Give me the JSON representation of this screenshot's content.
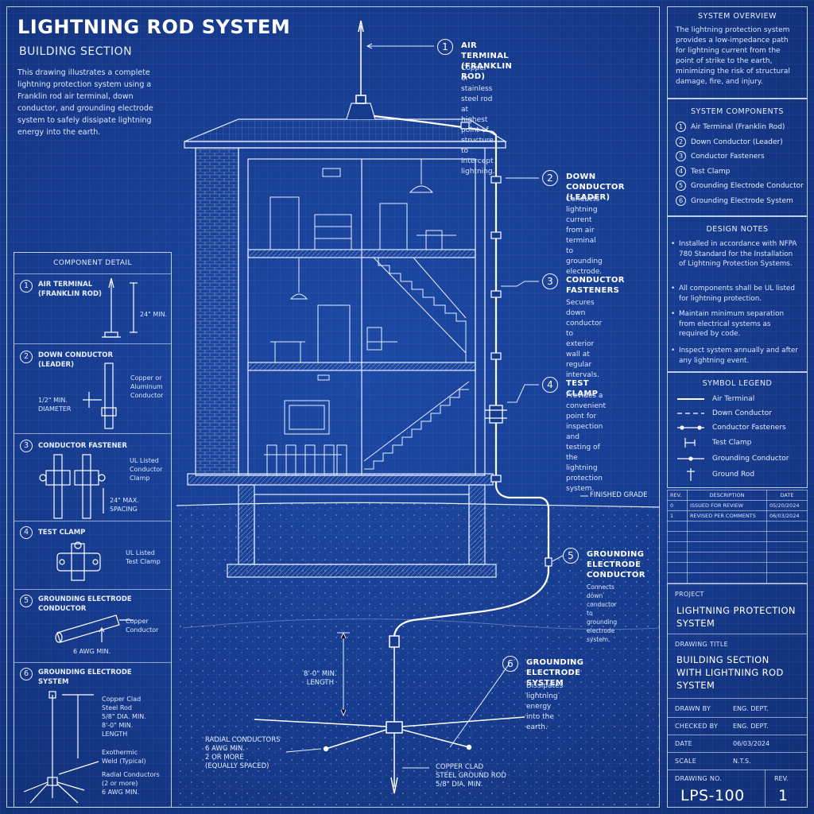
{
  "header": {
    "title": "LIGHTNING ROD SYSTEM",
    "subtitle": "BUILDING SECTION",
    "intro": "This drawing illustrates a complete lightning protection system using a Franklin rod air terminal, down conductor, and grounding electrode system to safely dissipate lightning energy into the earth."
  },
  "callouts": [
    {
      "num": "1",
      "title": "AIR TERMINAL\n(FRANKLIN ROD)",
      "desc": "Copper or stainless steel rod\nat highest point of structure\nto intercept lightning."
    },
    {
      "num": "2",
      "title": "DOWN CONDUCTOR\n(LEADER)",
      "desc": "Conducts lightning current\nfrom air terminal to\ngrounding electrode."
    },
    {
      "num": "3",
      "title": "CONDUCTOR\nFASTENERS",
      "desc": "Secures down conductor\nto exterior wall at\nregular intervals."
    },
    {
      "num": "4",
      "title": "TEST CLAMP",
      "desc": "Provides a convenient\npoint for inspection\nand testing of the\nlightning protection\nsystem."
    },
    {
      "num": "5",
      "title": "GROUNDING\nELECTRODE\nCONDUCTOR",
      "desc": "Connects down conductor\nto grounding electrode\nsystem."
    },
    {
      "num": "6",
      "title": "GROUNDING ELECTRODE\nSYSTEM",
      "desc": "Dissipates lightning energy\ninto the earth."
    }
  ],
  "drawing_labels": {
    "finished_grade": "FINISHED GRADE",
    "rod_length": "8'-0\" MIN.\nLENGTH",
    "radial": "RADIAL CONDUCTORS\n6 AWG MIN.\n2 OR MORE\n(EQUALLY SPACED)",
    "ground_rod": "COPPER CLAD\nSTEEL GROUND ROD\n5/8\" DIA. MIN."
  },
  "component_detail": {
    "heading": "COMPONENT DETAIL",
    "items": [
      {
        "num": "1",
        "title": "AIR TERMINAL\n(FRANKLIN ROD)",
        "notes": [
          "24\" MIN."
        ]
      },
      {
        "num": "2",
        "title": "DOWN CONDUCTOR\n(LEADER)",
        "notes": [
          "Copper or\nAluminum\nConductor",
          "1/2\" MIN.\nDIAMETER"
        ]
      },
      {
        "num": "3",
        "title": "CONDUCTOR FASTENER",
        "notes": [
          "UL Listed\nConductor\nClamp",
          "24\" MAX.\nSPACING"
        ]
      },
      {
        "num": "4",
        "title": "TEST CLAMP",
        "notes": [
          "UL Listed\nTest Clamp"
        ]
      },
      {
        "num": "5",
        "title": "GROUNDING ELECTRODE\nCONDUCTOR",
        "notes": [
          "Copper\nConductor",
          "6 AWG MIN."
        ]
      },
      {
        "num": "6",
        "title": "GROUNDING ELECTRODE\nSYSTEM",
        "notes": [
          "Copper Clad\nSteel Rod\n5/8\" DIA. MIN.\n8'-0\" MIN.\nLENGTH",
          "Exothermic\nWeld (Typical)",
          "Radial Conductors\n(2 or more)\n6 AWG MIN."
        ]
      }
    ]
  },
  "system_overview": {
    "heading": "SYSTEM OVERVIEW",
    "text": "The lightning protection system provides a low-impedance path for lightning current from the point of strike to the earth, minimizing the risk of structural damage, fire, and injury."
  },
  "system_components": {
    "heading": "SYSTEM COMPONENTS",
    "items": [
      {
        "num": "1",
        "label": "Air Terminal (Franklin Rod)"
      },
      {
        "num": "2",
        "label": "Down Conductor (Leader)"
      },
      {
        "num": "3",
        "label": "Conductor Fasteners"
      },
      {
        "num": "4",
        "label": "Test Clamp"
      },
      {
        "num": "5",
        "label": "Grounding Electrode Conductor"
      },
      {
        "num": "6",
        "label": "Grounding Electrode System"
      }
    ]
  },
  "design_notes": {
    "heading": "DESIGN NOTES",
    "items": [
      "Installed in accordance with NFPA 780 Standard for the Installation of Lightning Protection Systems.",
      "All components shall be UL listed for lightning protection.",
      "Maintain minimum separation from electrical systems as required by code.",
      "Inspect system annually and after any lightning event."
    ]
  },
  "symbol_legend": {
    "heading": "SYMBOL LEGEND",
    "items": [
      "Air Terminal",
      "Down Conductor",
      "Conductor Fasteners",
      "Test Clamp",
      "Grounding Conductor",
      "Ground Rod"
    ]
  },
  "revisions": {
    "headers": [
      "REV.",
      "DESCRIPTION",
      "DATE"
    ],
    "rows": [
      [
        "0",
        "ISSUED FOR REVIEW",
        "05/20/2024"
      ],
      [
        "1",
        "REVISED PER COMMENTS",
        "06/03/2024"
      ]
    ]
  },
  "title_block": {
    "project_label": "PROJECT",
    "project": "LIGHTNING PROTECTION\nSYSTEM",
    "drawing_title_label": "DRAWING TITLE",
    "drawing_title": "BUILDING SECTION\nWITH LIGHTNING ROD\nSYSTEM",
    "drawn_by_label": "DRAWN BY",
    "drawn_by": "ENG. DEPT.",
    "checked_by_label": "CHECKED BY",
    "checked_by": "ENG. DEPT.",
    "date_label": "DATE",
    "date": "06/03/2024",
    "scale_label": "SCALE",
    "scale": "N.T.S.",
    "drawing_no_label": "DRAWING NO.",
    "drawing_no": "LPS-100",
    "rev_label": "REV.",
    "rev": "1"
  },
  "colors": {
    "background": "#163a8c",
    "line": "#e6eeff"
  }
}
